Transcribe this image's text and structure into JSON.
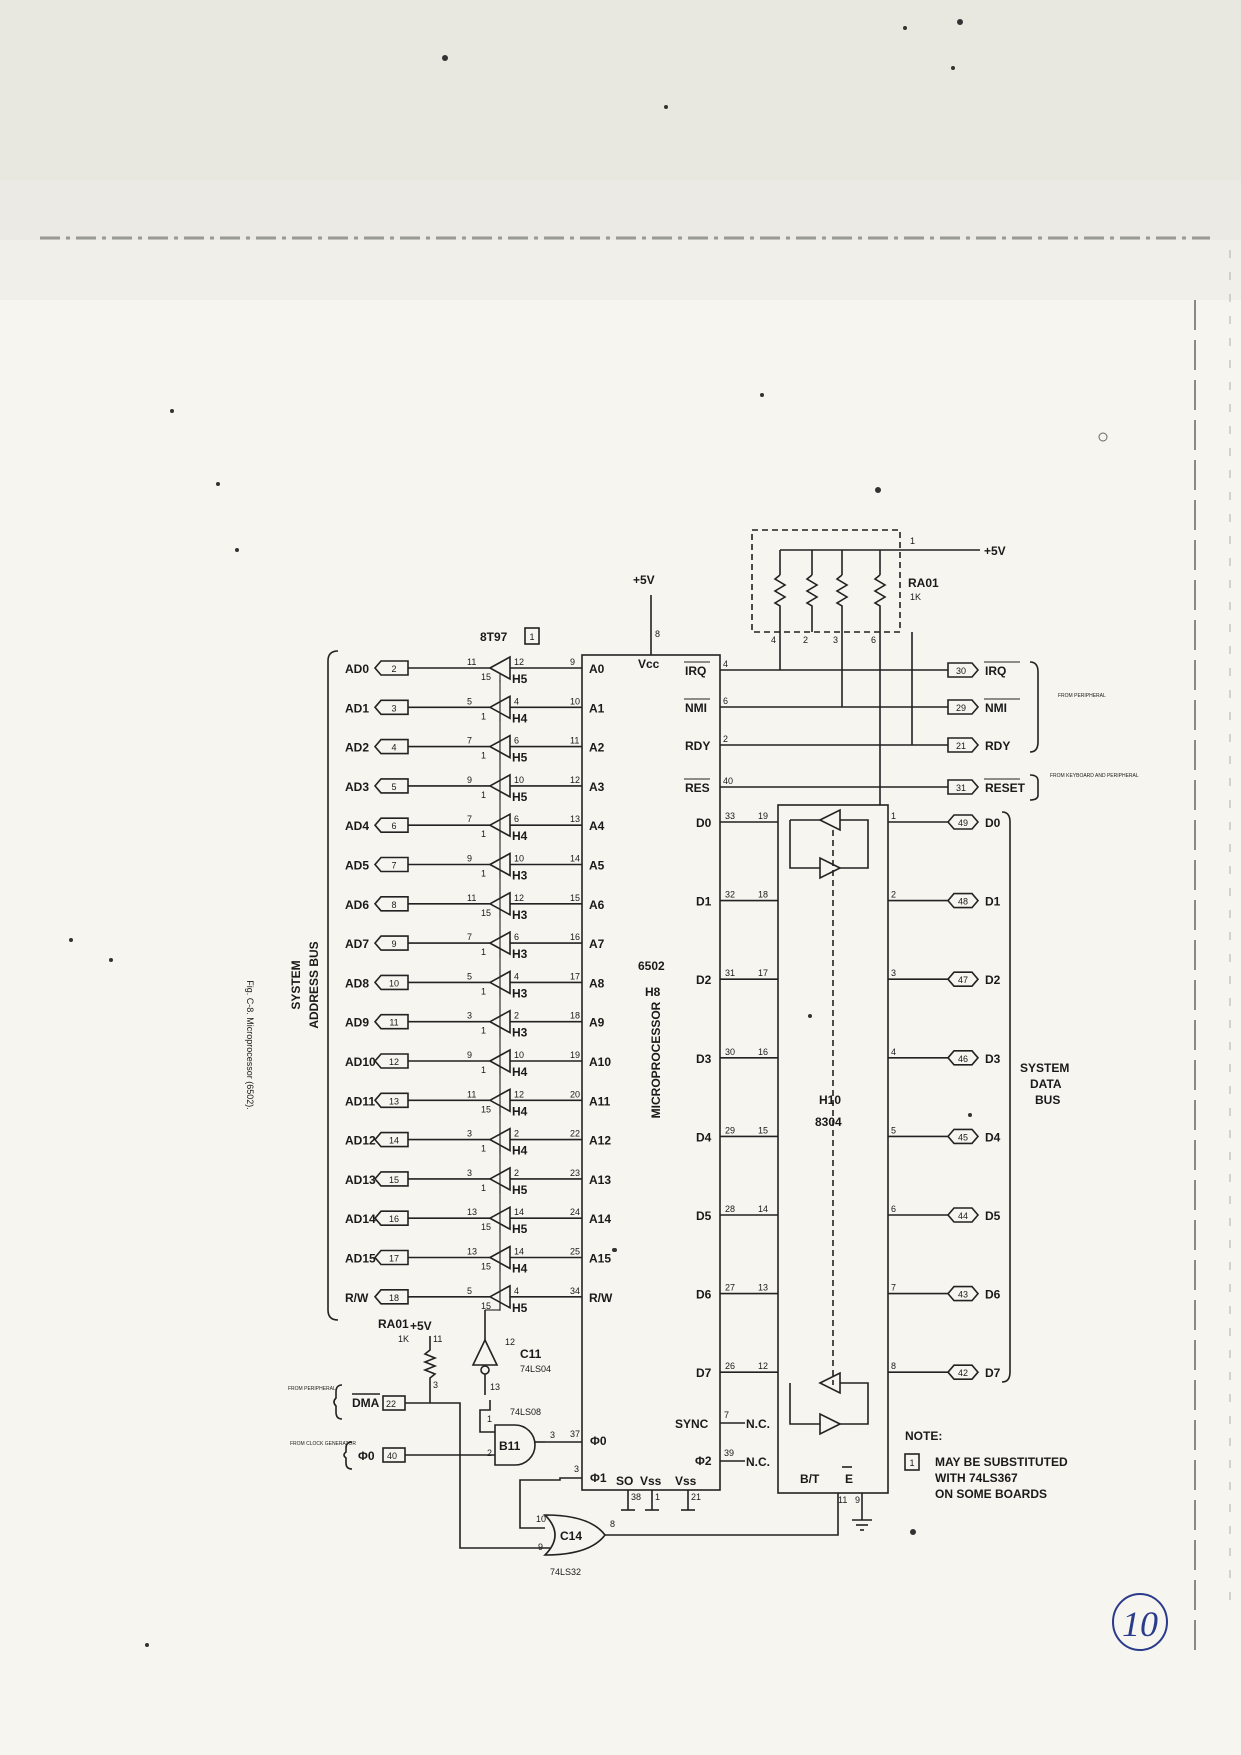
{
  "page": {
    "page_number": "10",
    "figure_caption": "Fig. C-8. Microprocessor (6502)."
  },
  "buffer": {
    "part": "8T97",
    "note_ref": "1",
    "address_signals": [
      {
        "name": "AD0",
        "conn": "2",
        "in_pin": "11",
        "out_pin": "12",
        "chip": "H5",
        "addr": "A0",
        "cpu_pin": "9",
        "en_pin": "15"
      },
      {
        "name": "AD1",
        "conn": "3",
        "in_pin": "5",
        "out_pin": "4",
        "chip": "H4",
        "addr": "A1",
        "cpu_pin": "10",
        "en_pin": "1"
      },
      {
        "name": "AD2",
        "conn": "4",
        "in_pin": "7",
        "out_pin": "6",
        "chip": "H5",
        "addr": "A2",
        "cpu_pin": "11",
        "en_pin": "1"
      },
      {
        "name": "AD3",
        "conn": "5",
        "in_pin": "9",
        "out_pin": "10",
        "chip": "H5",
        "addr": "A3",
        "cpu_pin": "12",
        "en_pin": "1"
      },
      {
        "name": "AD4",
        "conn": "6",
        "in_pin": "7",
        "out_pin": "6",
        "chip": "H4",
        "addr": "A4",
        "cpu_pin": "13",
        "en_pin": "1"
      },
      {
        "name": "AD5",
        "conn": "7",
        "in_pin": "9",
        "out_pin": "10",
        "chip": "H3",
        "addr": "A5",
        "cpu_pin": "14",
        "en_pin": "1"
      },
      {
        "name": "AD6",
        "conn": "8",
        "in_pin": "11",
        "out_pin": "12",
        "chip": "H3",
        "addr": "A6",
        "cpu_pin": "15",
        "en_pin": "15"
      },
      {
        "name": "AD7",
        "conn": "9",
        "in_pin": "7",
        "out_pin": "6",
        "chip": "H3",
        "addr": "A7",
        "cpu_pin": "16",
        "en_pin": "1"
      },
      {
        "name": "AD8",
        "conn": "10",
        "in_pin": "5",
        "out_pin": "4",
        "chip": "H3",
        "addr": "A8",
        "cpu_pin": "17",
        "en_pin": "1"
      },
      {
        "name": "AD9",
        "conn": "11",
        "in_pin": "3",
        "out_pin": "2",
        "chip": "H3",
        "addr": "A9",
        "cpu_pin": "18",
        "en_pin": "1"
      },
      {
        "name": "AD10",
        "conn": "12",
        "in_pin": "9",
        "out_pin": "10",
        "chip": "H4",
        "addr": "A10",
        "cpu_pin": "19",
        "en_pin": "1"
      },
      {
        "name": "AD11",
        "conn": "13",
        "in_pin": "11",
        "out_pin": "12",
        "chip": "H4",
        "addr": "A11",
        "cpu_pin": "20",
        "en_pin": "15"
      },
      {
        "name": "AD12",
        "conn": "14",
        "in_pin": "3",
        "out_pin": "2",
        "chip": "H4",
        "addr": "A12",
        "cpu_pin": "22",
        "en_pin": "1"
      },
      {
        "name": "AD13",
        "conn": "15",
        "in_pin": "3",
        "out_pin": "2",
        "chip": "H5",
        "addr": "A13",
        "cpu_pin": "23",
        "en_pin": "1"
      },
      {
        "name": "AD14",
        "conn": "16",
        "in_pin": "13",
        "out_pin": "14",
        "chip": "H5",
        "addr": "A14",
        "cpu_pin": "24",
        "en_pin": "15"
      },
      {
        "name": "AD15",
        "conn": "17",
        "in_pin": "13",
        "out_pin": "14",
        "chip": "H4",
        "addr": "A15",
        "cpu_pin": "25",
        "en_pin": "15"
      },
      {
        "name": "R/W",
        "conn": "18",
        "in_pin": "5",
        "out_pin": "4",
        "chip": "H5",
        "addr": "R/W",
        "cpu_pin": "34",
        "en_pin": "15"
      }
    ],
    "address_bus_label": [
      "SYSTEM",
      "ADDRESS BUS"
    ]
  },
  "cpu": {
    "name": "6502",
    "ref": "H8",
    "vertical_label": "MICROPROCESSOR",
    "supply": "+5V",
    "vcc": "Vcc",
    "vcc_pin": "8",
    "right_pins": [
      {
        "name": "IRQ",
        "pin": "4",
        "overline": true
      },
      {
        "name": "NMI",
        "pin": "6",
        "overline": true
      },
      {
        "name": "RDY",
        "pin": "2",
        "overline": false
      },
      {
        "name": "RES",
        "pin": "40",
        "overline": true
      }
    ],
    "data_pins": [
      {
        "name": "D0",
        "cpu_pin": "33",
        "tx_pin": "19"
      },
      {
        "name": "D1",
        "cpu_pin": "32",
        "tx_pin": "18"
      },
      {
        "name": "D2",
        "cpu_pin": "31",
        "tx_pin": "17"
      },
      {
        "name": "D3",
        "cpu_pin": "30",
        "tx_pin": "16"
      },
      {
        "name": "D4",
        "cpu_pin": "29",
        "tx_pin": "15"
      },
      {
        "name": "D5",
        "cpu_pin": "28",
        "tx_pin": "14"
      },
      {
        "name": "D6",
        "cpu_pin": "27",
        "tx_pin": "13"
      },
      {
        "name": "D7",
        "cpu_pin": "26",
        "tx_pin": "12"
      }
    ],
    "sync": {
      "name": "SYNC",
      "pin": "7",
      "nc": "N.C."
    },
    "phi2": {
      "name": "Φ2",
      "pin": "39",
      "nc": "N.C."
    },
    "phi0": {
      "name": "Φ0",
      "pin": "37"
    },
    "phi1": {
      "name": "Φ1",
      "pin": "3"
    },
    "bottom": {
      "so": "SO",
      "vss1": "Vss",
      "vss2": "Vss",
      "pins": [
        "38",
        "1",
        "21"
      ]
    }
  },
  "pullup": {
    "name": "RA01",
    "value": "1K",
    "supply": "+5V",
    "common_pin": "1",
    "pins": [
      "4",
      "2",
      "3",
      "6"
    ]
  },
  "transceiver": {
    "ref": "H10",
    "part": "8304",
    "bottom_labels": [
      "B/T",
      "E"
    ],
    "bottom_pins": [
      "11",
      "9"
    ]
  },
  "data_bus": {
    "label": [
      "SYSTEM",
      "DATA",
      "BUS"
    ],
    "lines": [
      {
        "name": "D0",
        "conn": "49",
        "tx_out": "1"
      },
      {
        "name": "D1",
        "conn": "48",
        "tx_out": "2"
      },
      {
        "name": "D2",
        "conn": "47",
        "tx_out": "3"
      },
      {
        "name": "D3",
        "conn": "46",
        "tx_out": "4"
      },
      {
        "name": "D4",
        "conn": "45",
        "tx_out": "5"
      },
      {
        "name": "D5",
        "conn": "44",
        "tx_out": "6"
      },
      {
        "name": "D6",
        "conn": "43",
        "tx_out": "7"
      },
      {
        "name": "D7",
        "conn": "42",
        "tx_out": "8"
      }
    ]
  },
  "control_connectors": [
    {
      "name": "IRQ",
      "conn": "30",
      "overline": true
    },
    {
      "name": "NMI",
      "conn": "29",
      "overline": true
    },
    {
      "name": "RDY",
      "conn": "21",
      "overline": false
    },
    {
      "name": "RESET",
      "conn": "31",
      "overline": true
    }
  ],
  "control_sources": [
    "FROM PERIPHERAL",
    "FROM KEYBOARD AND PERIPHERAL"
  ],
  "dma": {
    "name": "DMA",
    "conn": "22",
    "overline": true,
    "source": "FROM PERIPHERAL",
    "pullup": "RA01",
    "pullup_value": "1K",
    "supply": "+5V",
    "pins": [
      "11",
      "3"
    ]
  },
  "phi0_input": {
    "name": "Φ0",
    "conn": "40",
    "source": "FROM CLOCK GENERATOR"
  },
  "gates": {
    "inverter": {
      "ref": "C11",
      "part": "74LS04",
      "pins": [
        "12",
        "13"
      ]
    },
    "and": {
      "ref": "B11",
      "part": "74LS08",
      "pins": [
        "1",
        "2",
        "3"
      ]
    },
    "or": {
      "ref": "C14",
      "part": "74LS32",
      "pins": [
        "10",
        "9",
        "8"
      ]
    }
  },
  "note": {
    "title": "NOTE:",
    "ref": "1",
    "text": [
      "MAY BE SUBSTITUTED",
      "WITH 74LS367",
      "ON SOME BOARDS"
    ]
  }
}
